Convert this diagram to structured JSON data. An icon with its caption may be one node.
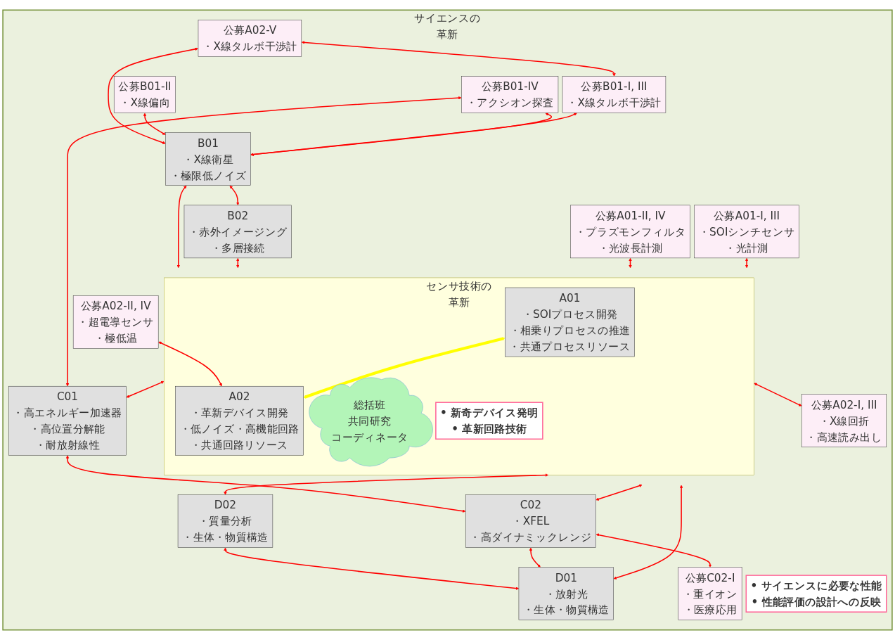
{
  "diagram": {
    "nodes": [
      {
        "text": [
          "サイエンスの革新"
        ]
      },
      {
        "text": [
          "公募A02-V",
          "・X線タルボ干渉計"
        ],
        "in": 0
      },
      {
        "text": [
          "公募B01-I, III",
          "・X線タルボ干渉計"
        ],
        "in": 0
      },
      {
        "text": [
          "公募B01-II",
          "・X線偏向"
        ],
        "in": 0
      },
      {
        "text": [
          "B01",
          "・X線衛星",
          "・極限低ノイズ"
        ],
        "in": 0
      },
      {
        "text": [
          "B02",
          "・赤外イメージング",
          "・多層接続"
        ],
        "in": 0
      },
      {
        "text": [
          "公募A01-II, IV",
          "・プラズモンフィルタ",
          "・光波長計測"
        ],
        "in": 0
      },
      {
        "text": [
          "公募B01-IV",
          "・アクシオン探査"
        ],
        "in": 0
      },
      {
        "text": [
          "公募A02-II, IV",
          "・超電導センサ",
          "・極低温"
        ],
        "in": 0
      },
      {
        "text": [
          "センサ技術の革新"
        ],
        "in": 0
      },
      {
        "text": [
          "A01",
          "・SOIプロセス開発",
          "・相乗りプロセスの推進",
          "・共通プロセスリソース"
        ],
        "in": 9
      },
      {
        "text": [
          "A02",
          "・革新デバイス開発",
          "・低ノイズ・高機能回路",
          "・共通回路リソース"
        ],
        "in": 9
      },
      {
        "text": [
          "総括班",
          "共同研究",
          "コーディネータ"
        ],
        "in": 9
      },
      {
        "text": [
          "• 新奇デバイス発明",
          "• 革新回路技術"
        ],
        "in": 9
      },
      {
        "text": [
          "公募A01-I, III",
          "・SOIシンチセンサ",
          "・光計測"
        ],
        "in": 0
      },
      {
        "text": [
          "D02",
          "・質量分析",
          "・生体・物質構造"
        ],
        "in": 0
      },
      {
        "text": [
          "公募A02-I, III",
          "・X線回折",
          "・高速読み出し"
        ],
        "in": 0
      },
      {
        "text": [
          "C01",
          "・高エネルギー加速器",
          "・高位置分解能",
          "・耐放射線性"
        ],
        "in": 0
      },
      {
        "text": [
          "C02",
          "・XFEL",
          "・高ダイナミックレンジ"
        ],
        "in": 0
      },
      {
        "text": [
          "D01",
          "・放射光",
          "・生体・物質構造"
        ],
        "in": 0
      },
      {
        "text": [
          "公募C02-I",
          "・重イオン",
          "・医療応用"
        ],
        "in": 0
      },
      {
        "text": [
          "• サイエンスに必要な性能",
          "• 性能評価の設計への反映"
        ],
        "in": 0
      }
    ],
    "edges": [
      {
        "from": 1,
        "to": 2,
        "arrow": "both"
      },
      {
        "from": 1,
        "to": 4,
        "arrow": "both"
      },
      {
        "from": 3,
        "to": 4,
        "arrow": "both"
      },
      {
        "from": 2,
        "to": 4,
        "arrow": "both"
      },
      {
        "from": 7,
        "to": 4,
        "arrow": "both"
      },
      {
        "from": 4,
        "to": 5,
        "arrow": "both"
      },
      {
        "from": 4,
        "to": 9,
        "arrow": "both"
      },
      {
        "from": 5,
        "to": 9,
        "arrow": "both"
      },
      {
        "from": 6,
        "to": 9,
        "arrow": "both"
      },
      {
        "from": 8,
        "to": 11,
        "arrow": "both"
      },
      {
        "from": 14,
        "to": 9,
        "arrow": "both"
      },
      {
        "from": 10,
        "to": 11,
        "arrow": "both",
        "style": "thick",
        "color": "#ffff00"
      },
      {
        "from": 9,
        "to": 15,
        "arrow": "both"
      },
      {
        "from": 9,
        "to": 16,
        "arrow": "both"
      },
      {
        "from": 15,
        "to": 19,
        "arrow": "both"
      },
      {
        "from": 7,
        "to": 17,
        "arrow": "both"
      },
      {
        "from": 9,
        "to": 17,
        "arrow": "both"
      },
      {
        "from": 9,
        "to": 18,
        "arrow": "both"
      },
      {
        "from": 9,
        "to": 19,
        "arrow": "both"
      },
      {
        "from": 17,
        "to": 18,
        "arrow": "both"
      },
      {
        "from": 18,
        "to": 19,
        "arrow": "both"
      },
      {
        "from": 18,
        "to": 20,
        "arrow": "both"
      }
    ]
  }
}
